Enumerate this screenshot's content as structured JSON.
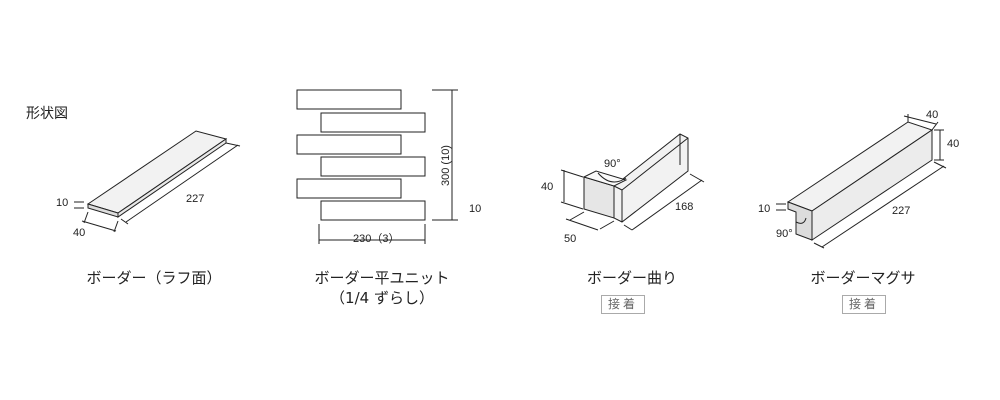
{
  "heading": "形状図",
  "items": [
    {
      "name": "ボーダー（ラフ面）",
      "dims": {
        "thickness": "10",
        "width": "40",
        "length": "227"
      }
    },
    {
      "name_line1": "ボーダー平ユニット",
      "name_line2": "（1/4 ずらし）",
      "dims": {
        "height": "300 (10)",
        "width": "230（3）",
        "joint": "10"
      }
    },
    {
      "name": "ボーダー曲り",
      "badge": "接着",
      "dims": {
        "angle": "90°",
        "height": "40",
        "width": "50",
        "length": "168"
      }
    },
    {
      "name": "ボーダーマグサ",
      "badge": "接着",
      "dims": {
        "top": "40",
        "side": "40",
        "thickness": "10",
        "angle": "90°",
        "length": "227"
      }
    }
  ]
}
